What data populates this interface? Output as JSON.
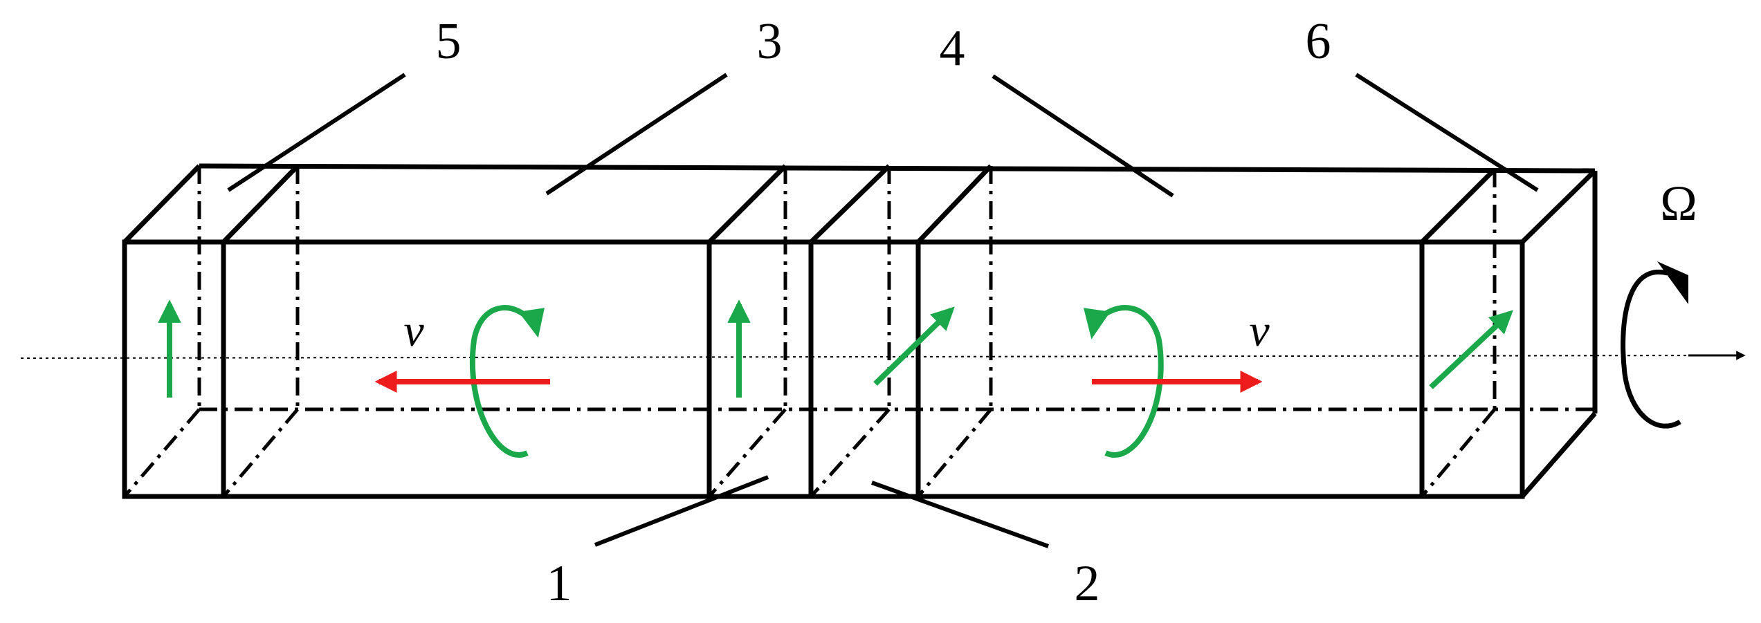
{
  "diagram": {
    "labels": {
      "l1": "1",
      "l2": "2",
      "l3": "3",
      "l4": "4",
      "l5": "5",
      "l6": "6"
    },
    "velocity_symbol": "v",
    "rotation_symbol": "Ω",
    "colors": {
      "line": "#000000",
      "field_arrow": "#1aa84a",
      "rotation_arrow": "#1aa84a",
      "velocity_arrow": "#ee1c1c"
    }
  }
}
